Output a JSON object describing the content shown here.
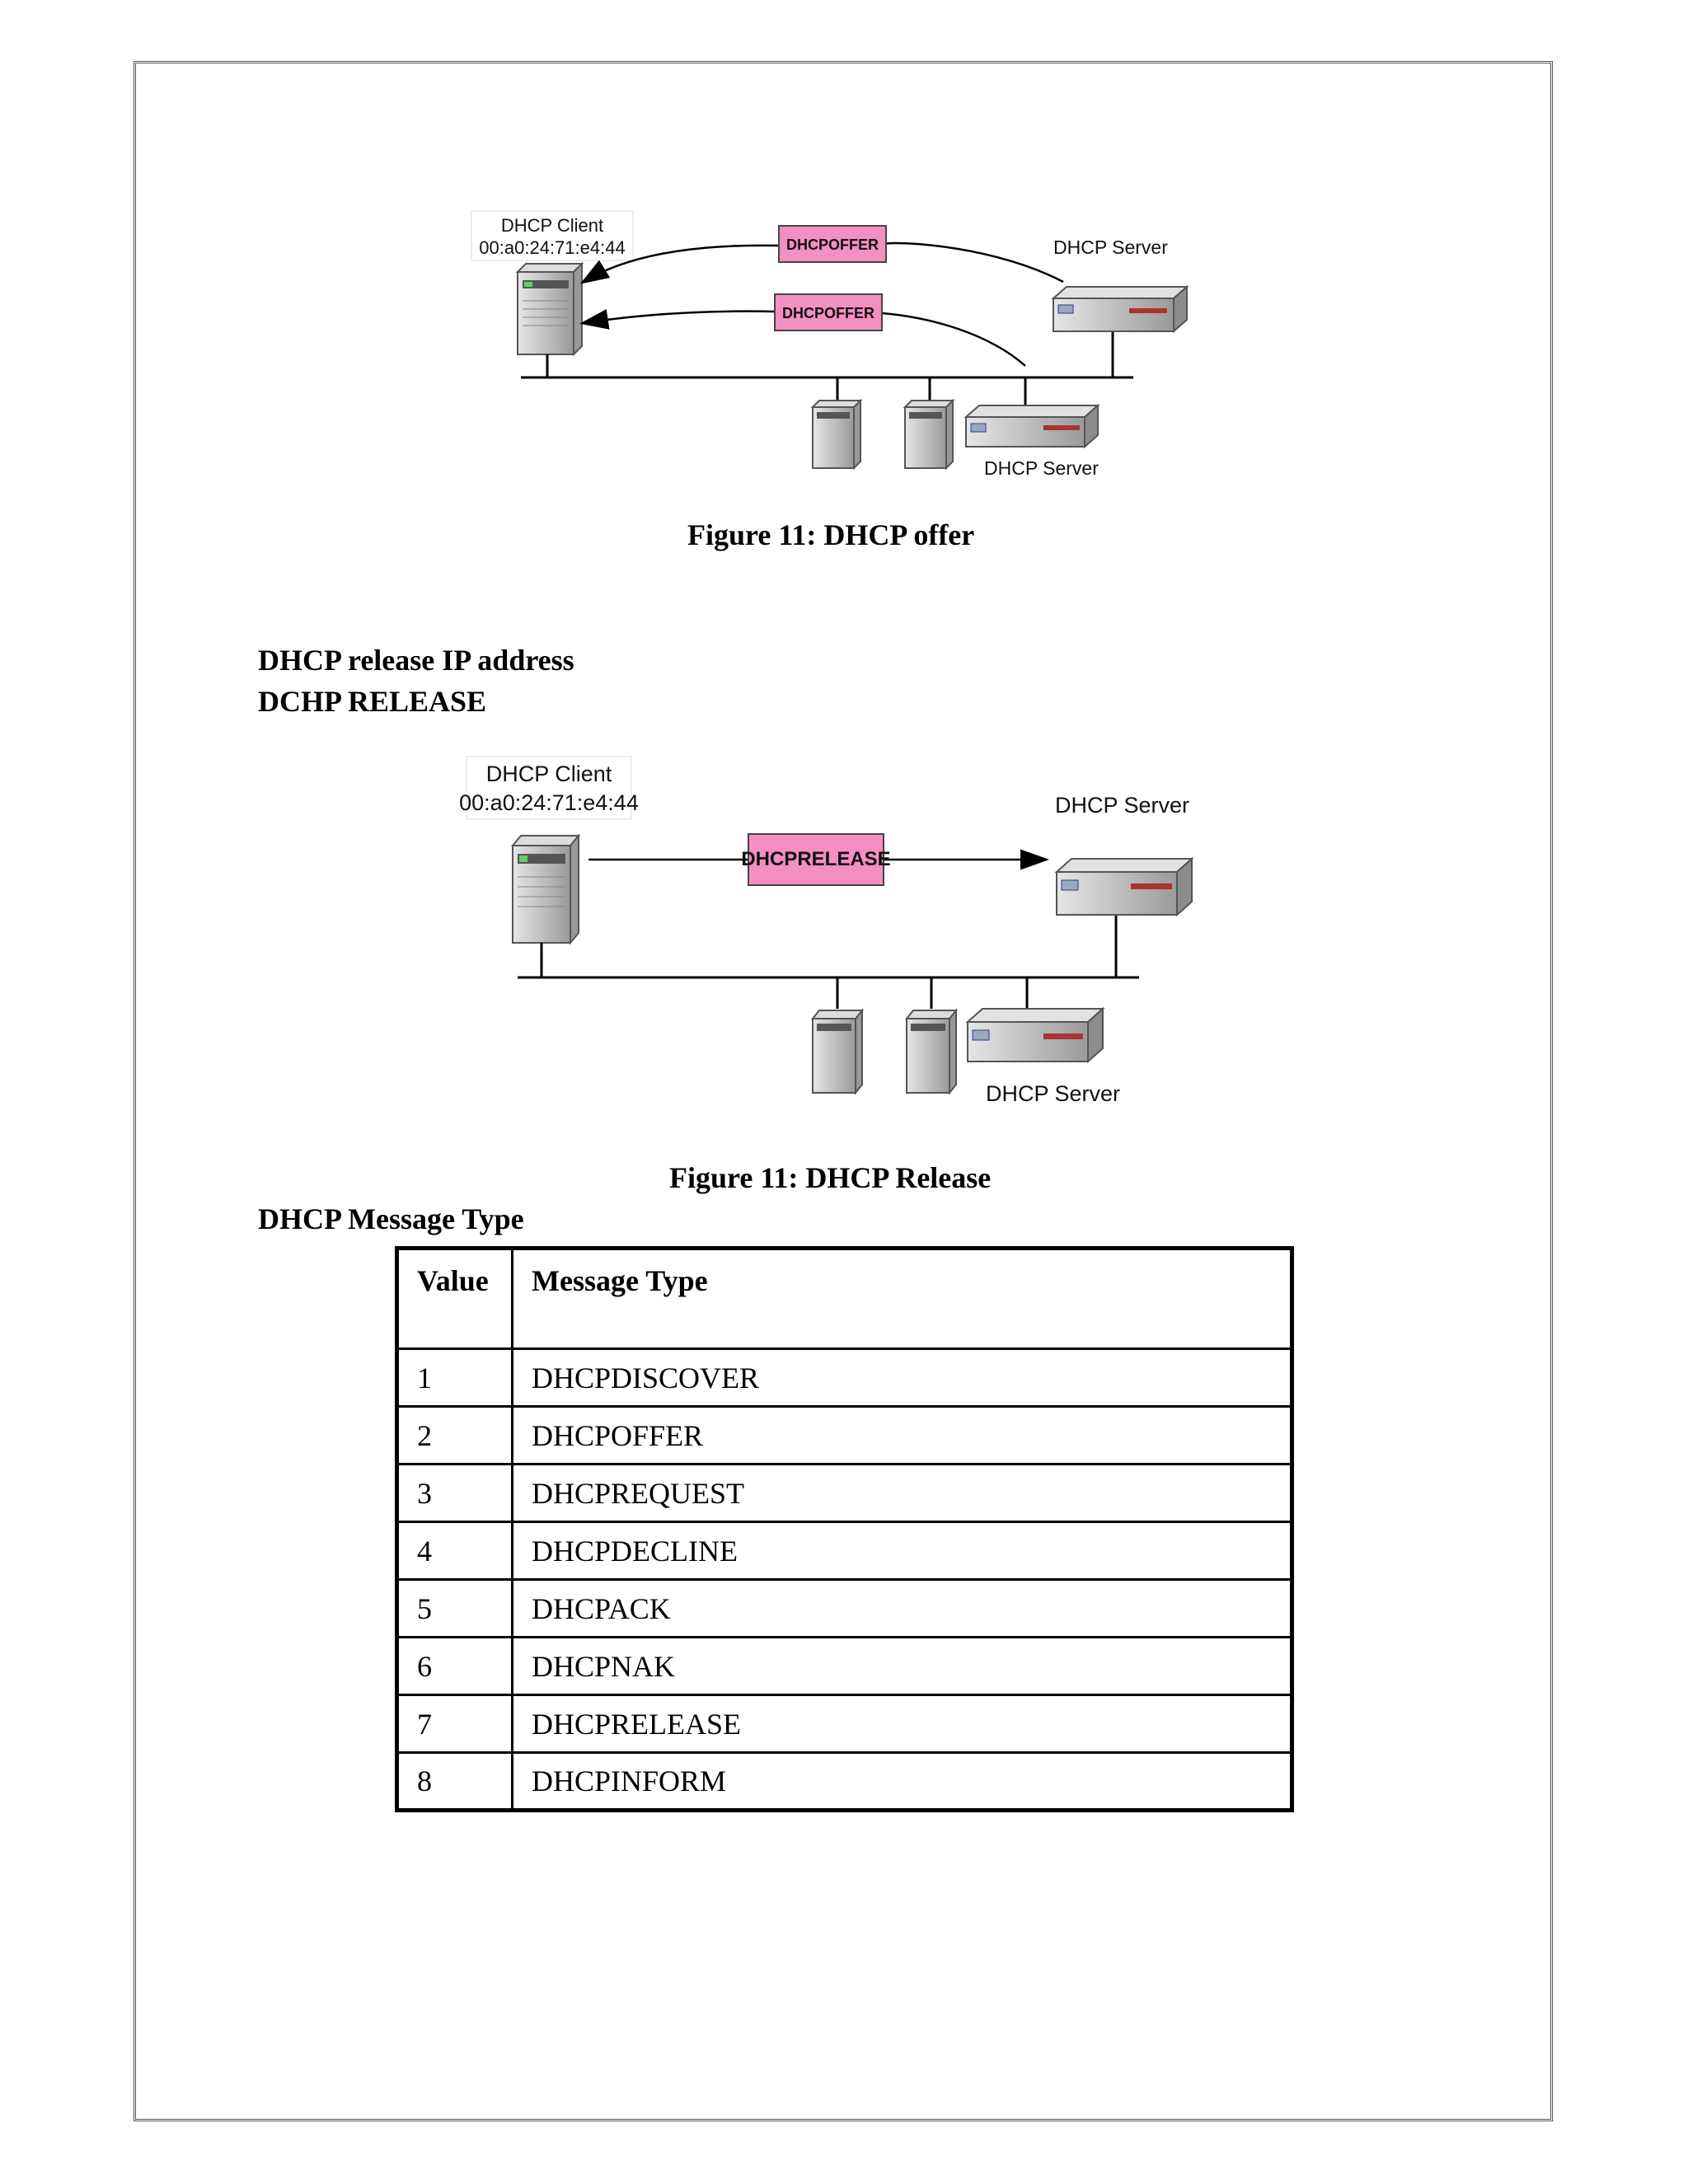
{
  "figure1": {
    "client_label_line1": "DHCP Client",
    "client_label_line2": "00:a0:24:71:e4:44",
    "server_label_top": "DHCP Server",
    "server_label_bottom": "DHCP Server",
    "message_1": "DHCPOFFER",
    "message_2": "DHCPOFFER",
    "caption": "Figure 11:  DHCP offer"
  },
  "section": {
    "heading_line1": "DHCP release IP address",
    "heading_line2": "DCHP RELEASE"
  },
  "figure2": {
    "client_label_line1": "DHCP Client",
    "client_label_line2": "00:a0:24:71:e4:44",
    "server_label_top": "DHCP Server",
    "server_label_bottom": "DHCP Server",
    "message": "DHCPRELEASE",
    "caption": "Figure 11:  DHCP Release"
  },
  "table_section": {
    "heading": "DHCP Message Type",
    "columns": [
      "Value",
      "Message Type"
    ],
    "rows": [
      [
        "1",
        "DHCPDISCOVER"
      ],
      [
        "2",
        "DHCPOFFER"
      ],
      [
        "3",
        "DHCPREQUEST"
      ],
      [
        "4",
        "DHCPDECLINE"
      ],
      [
        "5",
        "DHCPACK"
      ],
      [
        "6",
        "DHCPNAK"
      ],
      [
        "7",
        "DHCPRELEASE"
      ],
      [
        "8",
        "DHCPINFORM"
      ]
    ]
  },
  "colors": {
    "message_fill": "#f48fc1",
    "message_border": "#444444",
    "device_body": "#c8c8c8",
    "device_dark": "#8a8a8a"
  }
}
